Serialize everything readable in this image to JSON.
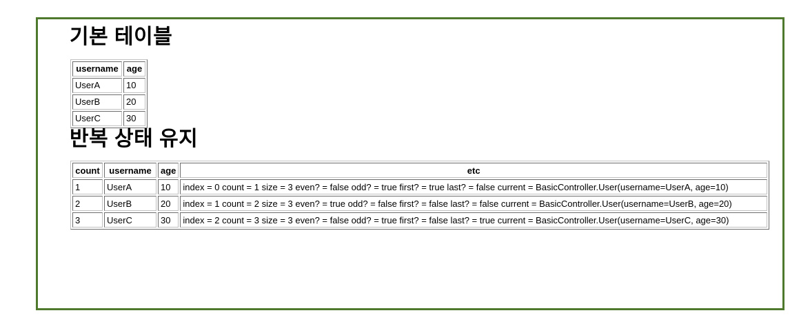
{
  "page": {
    "background_color": "#ffffff",
    "frame_border_color": "#4f7a2e"
  },
  "sections": {
    "basic": {
      "title": "기본 테이블",
      "table": {
        "headers": [
          "username",
          "age"
        ],
        "rows": [
          [
            "UserA",
            "10"
          ],
          [
            "UserB",
            "20"
          ],
          [
            "UserC",
            "30"
          ]
        ]
      }
    },
    "iteration": {
      "title": "반복 상태 유지",
      "table": {
        "headers": [
          "count",
          "username",
          "age",
          "etc"
        ],
        "rows": [
          {
            "count": "1",
            "username": "UserA",
            "age": "10",
            "etc": "index = 0 count = 1 size = 3 even? = false odd? = true first? = true last? = false current = BasicController.User(username=UserA, age=10)"
          },
          {
            "count": "2",
            "username": "UserB",
            "age": "20",
            "etc": "index = 1 count = 2 size = 3 even? = true odd? = false first? = false last? = false current = BasicController.User(username=UserB, age=20)"
          },
          {
            "count": "3",
            "username": "UserC",
            "age": "30",
            "etc": "index = 2 count = 3 size = 3 even? = false odd? = true first? = false last? = true current = BasicController.User(username=UserC, age=30)"
          }
        ]
      }
    }
  }
}
